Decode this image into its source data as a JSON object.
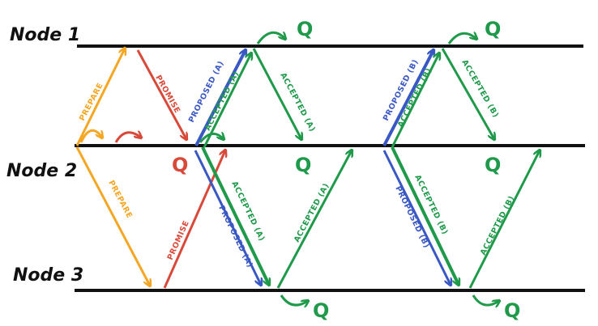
{
  "colors": {
    "timeline": "#111111",
    "prepare": "#f5a623",
    "promise": "#d9493a",
    "propose": "#3a58c4",
    "accept": "#1f9a4a"
  },
  "nodes": {
    "n1": "Node 1",
    "n2": "Node 2",
    "n3": "Node 3"
  },
  "labels": {
    "prepare_12": "PREPARE",
    "prepare_23": "PREPARE",
    "promise_12": "PROMISE",
    "promise_32": "PROMISE",
    "propose_a_21": "PROPOSED (A)",
    "accepted_a_12": "ACCEPTED (A)",
    "accepted_a_n1_to_n2": "ACCEPTED (A)",
    "accepted_a_23": "ACCEPTED (A)",
    "propose_a_23": "PROPOSED (A)",
    "accepted_a_n3_to_n2": "ACCEPTED (A)",
    "propose_b_21": "PROPOSED (B)",
    "accepted_b_12": "ACCEPTED (B)",
    "accepted_b_n1_to_n2": "ACCEPTED (B)",
    "accepted_b_23": "ACCEPTED (B)",
    "propose_b_23": "PROPOSED (B)",
    "accepted_b_n3_to_n2": "ACCEPTED (B)"
  },
  "quorum": {
    "q_n2_promise": "Q",
    "q_n1_a": "Q",
    "q_n2_a": "Q",
    "q_n3_a": "Q",
    "q_n1_b": "Q",
    "q_n2_b": "Q",
    "q_n3_b": "Q"
  }
}
